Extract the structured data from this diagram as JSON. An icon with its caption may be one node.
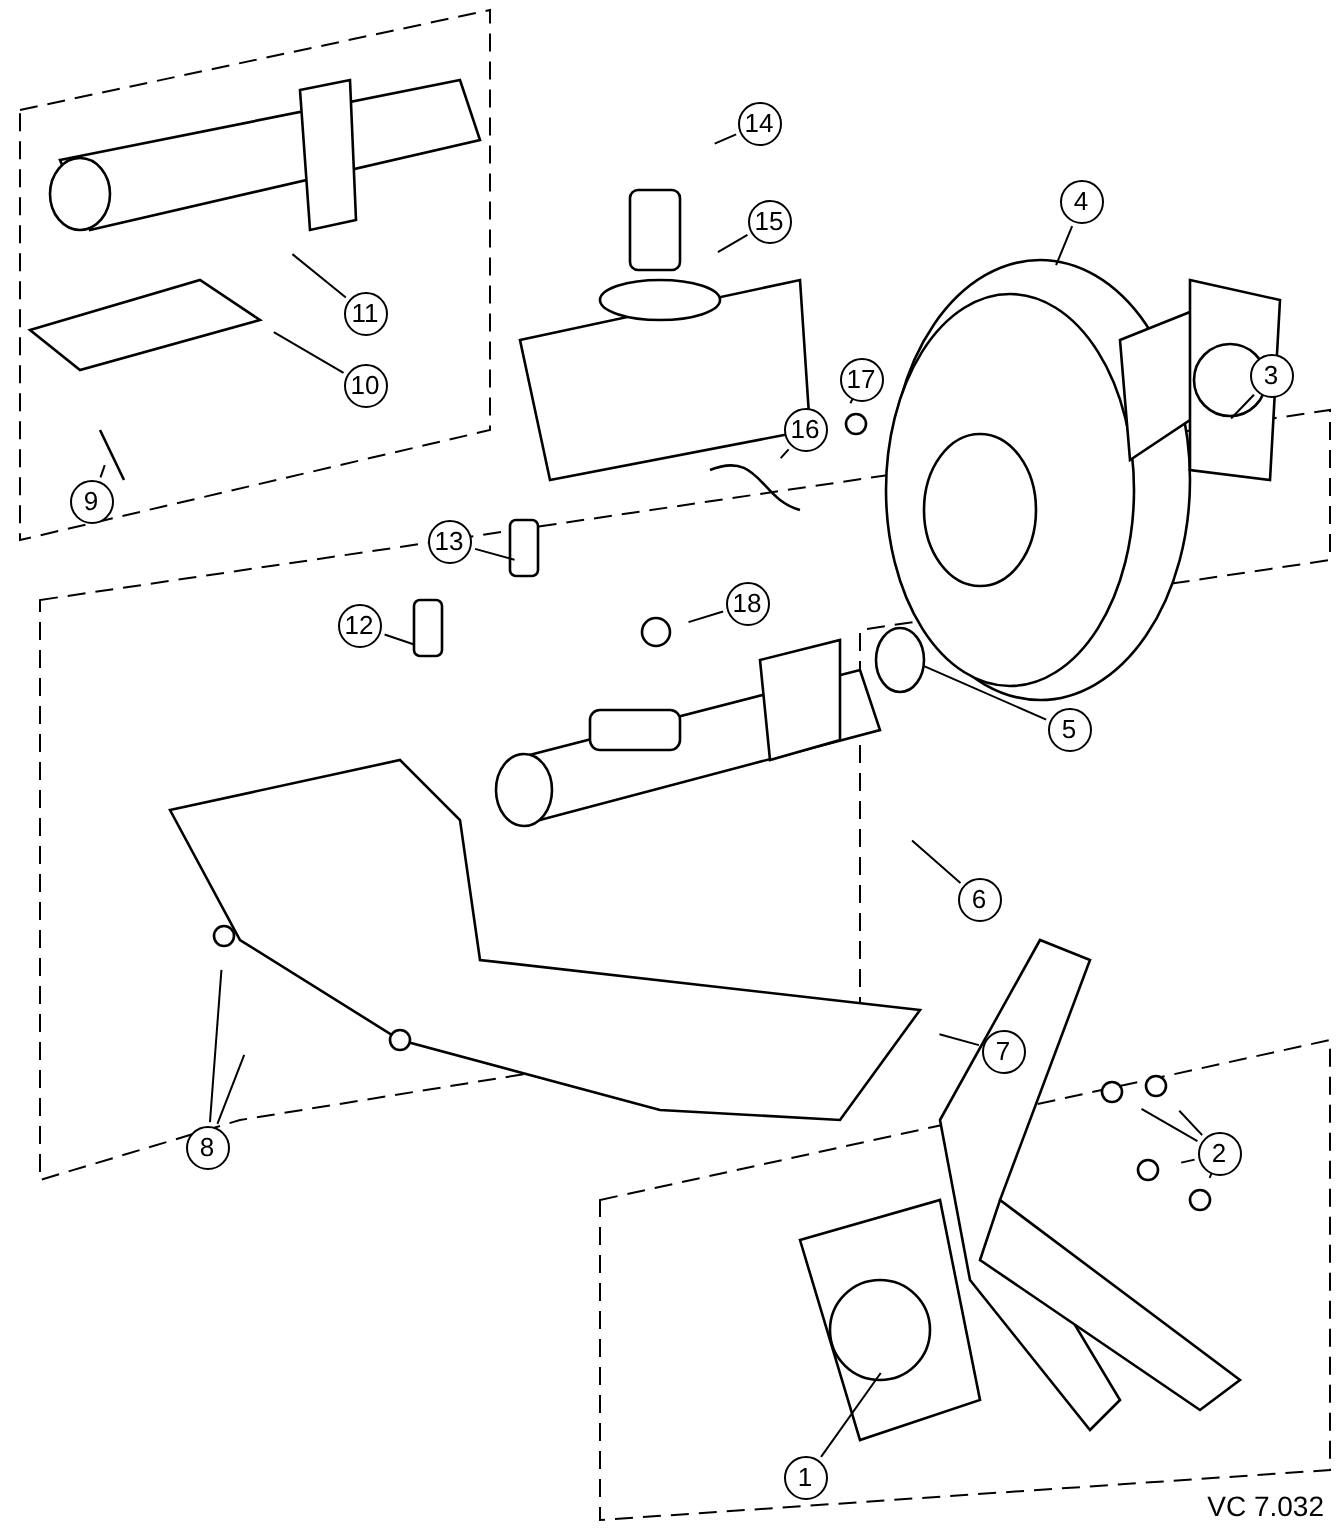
{
  "diagram": {
    "nodes": [
      {
        "text": [
          "1"
        ]
      },
      {
        "text": [
          "2"
        ]
      },
      {
        "text": [
          "3"
        ]
      },
      {
        "text": [
          "4"
        ]
      },
      {
        "text": [
          "5"
        ]
      },
      {
        "text": [
          "6"
        ]
      },
      {
        "text": [
          "7"
        ]
      },
      {
        "text": [
          "8"
        ]
      },
      {
        "text": [
          "9"
        ]
      },
      {
        "text": [
          "10"
        ]
      },
      {
        "text": [
          "11"
        ]
      },
      {
        "text": [
          "12"
        ]
      },
      {
        "text": [
          "13"
        ]
      },
      {
        "text": [
          "14"
        ]
      },
      {
        "text": [
          "15"
        ]
      },
      {
        "text": [
          "16"
        ]
      },
      {
        "text": [
          "17"
        ]
      },
      {
        "text": [
          "18"
        ]
      }
    ],
    "edges": [
      {
        "from": 0,
        "to": null,
        "arrow": "none"
      },
      {
        "from": 1,
        "to": null,
        "arrow": "none"
      },
      {
        "from": 1,
        "to": null,
        "arrow": "none"
      },
      {
        "from": 1,
        "to": null,
        "arrow": "none"
      },
      {
        "from": 1,
        "to": null,
        "arrow": "none"
      },
      {
        "from": 2,
        "to": null,
        "arrow": "none"
      },
      {
        "from": 3,
        "to": null,
        "arrow": "none"
      },
      {
        "from": 4,
        "to": null,
        "arrow": "none"
      },
      {
        "from": 5,
        "to": null,
        "arrow": "none"
      },
      {
        "from": 6,
        "to": null,
        "arrow": "none"
      },
      {
        "from": 7,
        "to": null,
        "arrow": "none"
      },
      {
        "from": 7,
        "to": null,
        "arrow": "none"
      },
      {
        "from": 8,
        "to": null,
        "arrow": "none"
      },
      {
        "from": 9,
        "to": null,
        "arrow": "none"
      },
      {
        "from": 10,
        "to": null,
        "arrow": "none"
      },
      {
        "from": 11,
        "to": null,
        "arrow": "none"
      },
      {
        "from": 12,
        "to": null,
        "arrow": "none"
      },
      {
        "from": 13,
        "to": null,
        "arrow": "none"
      },
      {
        "from": 14,
        "to": null,
        "arrow": "none"
      },
      {
        "from": 15,
        "to": null,
        "arrow": "none"
      },
      {
        "from": 16,
        "to": null,
        "arrow": "none"
      },
      {
        "from": 17,
        "to": null,
        "arrow": "none"
      }
    ],
    "labels": [
      "VC 7.032"
    ]
  }
}
